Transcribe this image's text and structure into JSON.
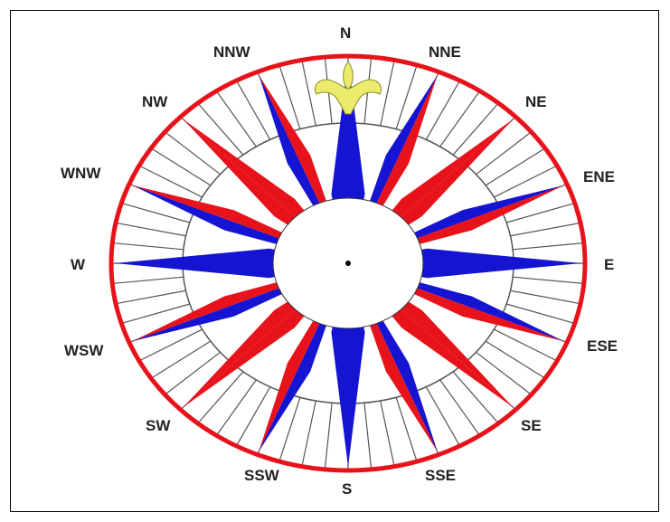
{
  "colors": {
    "red": "#e8121b",
    "blue": "#1414d2",
    "fleur": "#ecec6a",
    "line": "#555555",
    "text": "#222222"
  },
  "labels": {
    "n": "N",
    "nne": "NNE",
    "ne": "NE",
    "ene": "ENE",
    "e": "E",
    "ese": "ESE",
    "se": "SE",
    "sse": "SSE",
    "s": "S",
    "ssw": "SSW",
    "sw": "SW",
    "wsw": "WSW",
    "w": "W",
    "wnw": "WNW",
    "nw": "NW",
    "nnw": "NNW"
  }
}
